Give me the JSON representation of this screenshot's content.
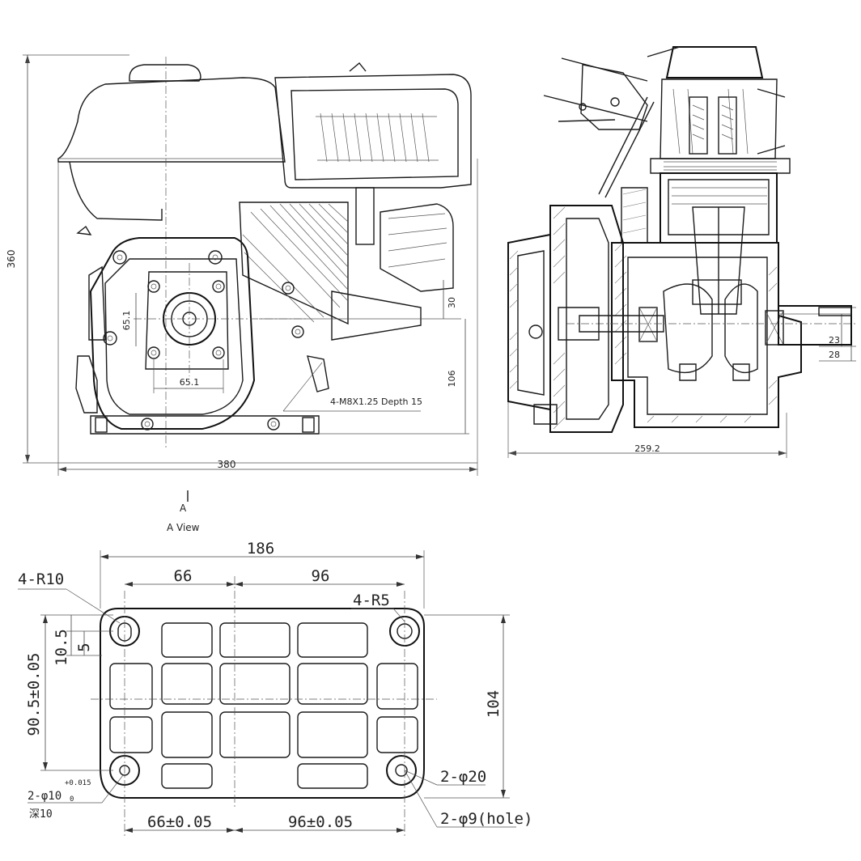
{
  "front_view": {
    "dim_height_overall": "360",
    "dim_width_overall": "380",
    "dim_bolt_vertical": "65.1",
    "dim_bolt_horizontal": "65.1",
    "dim_offset_30": "30",
    "dim_shaft_height": "106",
    "thread_callout": "4-M8X1.25 Depth 15"
  },
  "side_view": {
    "dim_length": "259.2",
    "dim_shaft_23": "23",
    "dim_shaft_28": "28"
  },
  "section_marker": {
    "letter": "A",
    "view_label": "A View"
  },
  "base_view": {
    "dim_width": "186",
    "dim_66_top": "66",
    "dim_96_top": "96",
    "radius_r10": "4-R10",
    "radius_r5": "4-R5",
    "dim_10_5": "10.5",
    "dim_5": "5",
    "dim_90_5": "90.5±0.05",
    "dim_104": "104",
    "pin_dia_main": "2-φ10",
    "pin_tol_upper": "+0.015",
    "pin_tol_lower": "0",
    "pin_depth": "深10",
    "hole_phi20": "2-φ20",
    "hole_phi9": "2-φ9(hole)",
    "dim_66_bottom": "66±0.05",
    "dim_96_bottom": "96±0.05"
  }
}
